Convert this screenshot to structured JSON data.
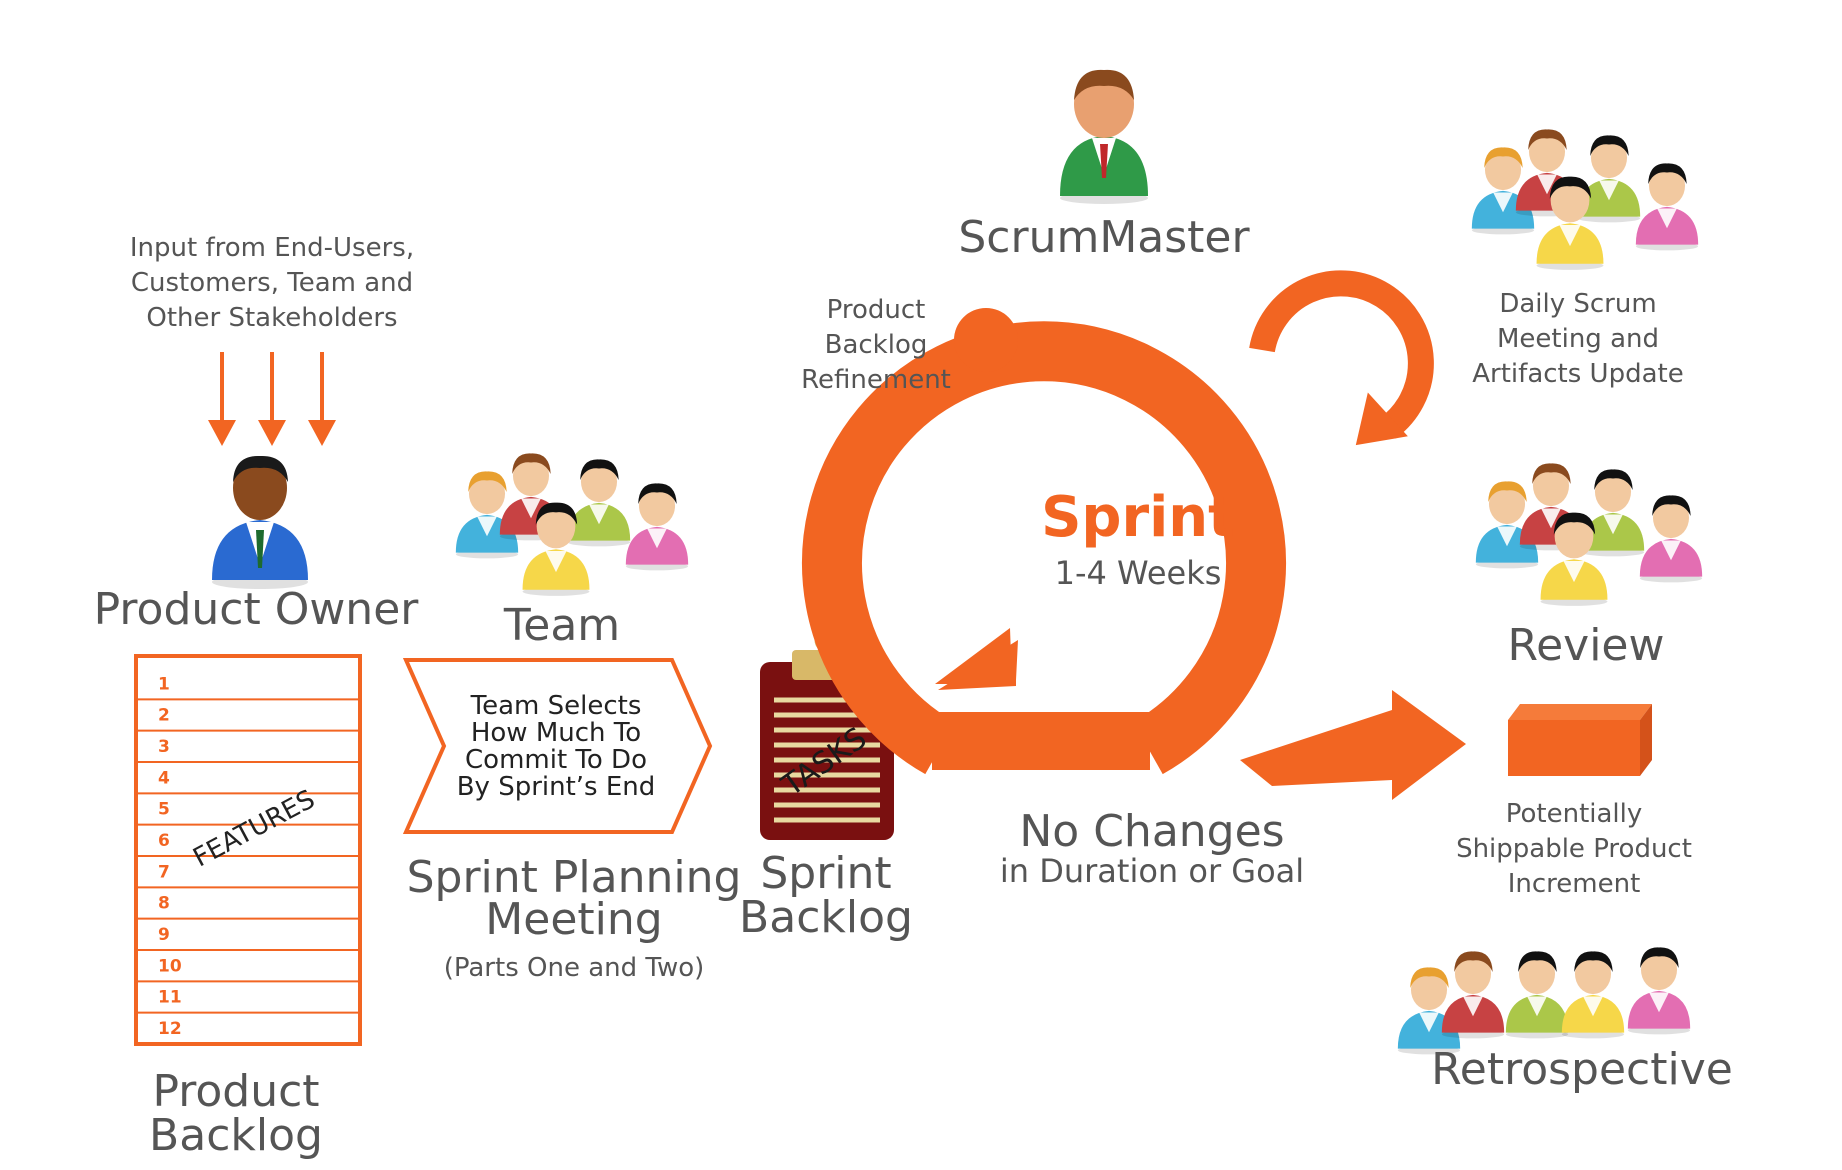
{
  "labels": {
    "input_lines": [
      "Input from End-Users,",
      "Customers, Team and",
      "Other Stakeholders"
    ],
    "product_owner": "Product Owner",
    "team": "Team",
    "team_selects_lines": [
      "Team Selects",
      "How Much To",
      "Commit To Do",
      "By Sprint’s End"
    ],
    "sprint_planning_lines": [
      "Sprint Planning",
      "Meeting"
    ],
    "sprint_planning_sub": "(Parts One and Two)",
    "sprint_backlog_lines": [
      "Sprint",
      "Backlog"
    ],
    "tasks": "TASKS",
    "product_backlog_lines": [
      "Product",
      "Backlog"
    ],
    "features": "FEATURES",
    "scrum_master": "ScrumMaster",
    "refinement_lines": [
      "Product",
      "Backlog",
      "Refinement"
    ],
    "sprint": "Sprint",
    "sprint_duration": "1-4 Weeks",
    "no_changes": "No Changes",
    "no_changes_sub": "in Duration or Goal",
    "daily_scrum_lines": [
      "Daily Scrum",
      "Meeting and",
      "Artifacts Update"
    ],
    "review": "Review",
    "increment_lines": [
      "Potentially",
      "Shippable Product",
      "Increment"
    ],
    "retrospective": "Retrospective"
  },
  "backlog_items": [
    "1",
    "2",
    "3",
    "4",
    "5",
    "6",
    "7",
    "8",
    "9",
    "10",
    "11",
    "12"
  ],
  "colors": {
    "accent": "#f26522",
    "text": "#555555",
    "clipboard": "#7a1010",
    "clipboard_lines": "#e8d9a0"
  },
  "icons": {
    "product_owner": "businessman-blue-suit-icon",
    "scrum_master": "businessman-green-suit-icon",
    "team": "people-group-icon",
    "increment": "orange-box-icon",
    "sprint_backlog": "clipboard-icon"
  }
}
